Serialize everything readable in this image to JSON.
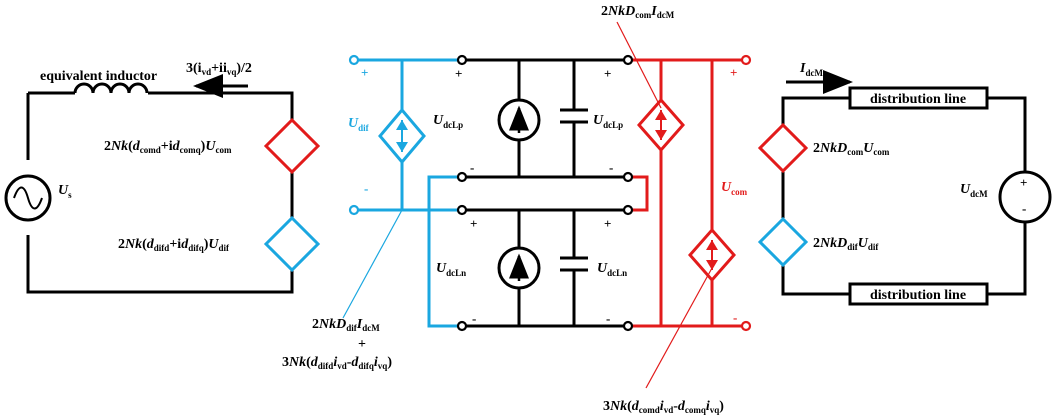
{
  "colors": {
    "black": "#000000",
    "blue": "#1aa7e0",
    "red": "#e21b1b"
  },
  "left": {
    "inductor_label": "equivalent inductor",
    "current_label": "3(ivd+iivq)/2",
    "source_label": "Us",
    "com_source_label": "2Nk(dcomd+idcomq)Ucom",
    "dif_source_label": "2Nk(ddifd+iddifq)Udif"
  },
  "middle": {
    "udif_label": "Udif",
    "ucom_label": "Ucom",
    "udclp_left": "UdcLp",
    "udclp_right": "UdcLp",
    "udcln_left": "UdcLn",
    "udcln_right": "UdcLn",
    "top_annotation": "2NkDcomIdcM",
    "left_annotation_1": "2NkDdifIdcM",
    "left_annotation_plus": "+",
    "left_annotation_2": "3Nk(ddifdivd-ddifqivq)",
    "bottom_annotation": "3Nk(dcomdivd-dcomqivq)",
    "plus": "+",
    "minus": "-"
  },
  "right": {
    "current_label": "IdcM",
    "line_top": "distribution line",
    "line_bottom": "distribution line",
    "com_source_label": "2NkDcomUcom",
    "dif_source_label": "2NkDdifUdif",
    "voltage_label": "UdcM"
  }
}
